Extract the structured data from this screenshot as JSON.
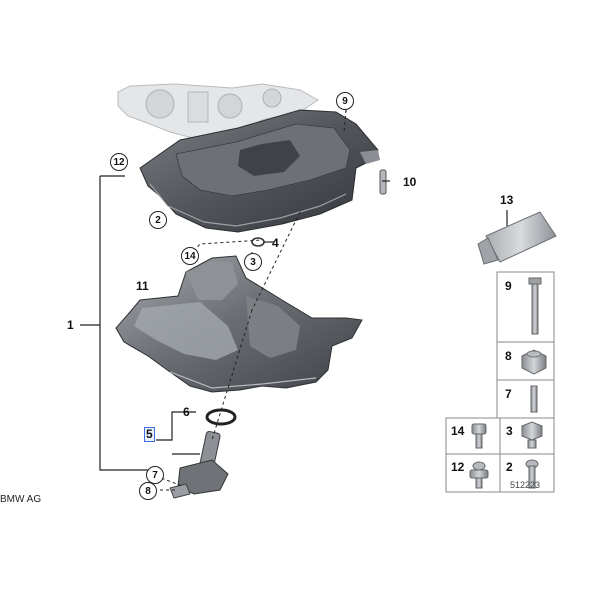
{
  "diagram": {
    "brand": "BMW AG",
    "reference_number": "512223",
    "callouts": {
      "c1": "1",
      "c2": "2",
      "c3": "3",
      "c4": "4",
      "c5": "5",
      "c6": "6",
      "c7": "7",
      "c8": "8",
      "c9": "9",
      "c10": "10",
      "c11": "11",
      "c12": "12",
      "c13": "13",
      "c14": "14"
    },
    "parts_table": {
      "cells": [
        "9",
        "8",
        "7",
        "14",
        "3",
        "12",
        "2"
      ]
    },
    "colors": {
      "selection": "#3a6fe0",
      "part_dark": "#5a5e63",
      "part_mid": "#8d9196",
      "part_light": "#c9ccd0",
      "engine_ghost": "#e2e4e6"
    }
  }
}
